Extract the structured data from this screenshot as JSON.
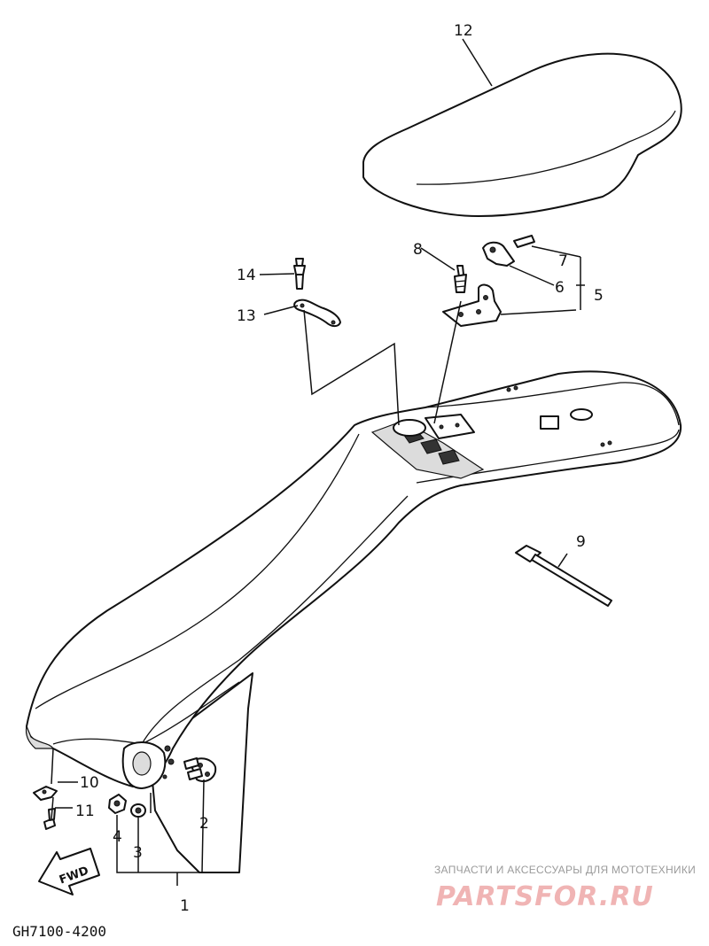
{
  "diagram": {
    "callouts": [
      {
        "id": "1",
        "text": "1"
      },
      {
        "id": "2",
        "text": "2"
      },
      {
        "id": "3",
        "text": "3"
      },
      {
        "id": "4",
        "text": "4"
      },
      {
        "id": "5",
        "text": "5"
      },
      {
        "id": "6",
        "text": "6"
      },
      {
        "id": "7",
        "text": "7"
      },
      {
        "id": "8",
        "text": "8"
      },
      {
        "id": "9",
        "text": "9"
      },
      {
        "id": "10",
        "text": "10"
      },
      {
        "id": "11",
        "text": "11"
      },
      {
        "id": "12",
        "text": "12"
      },
      {
        "id": "13",
        "text": "13"
      },
      {
        "id": "14",
        "text": "14"
      }
    ],
    "fwd_arrow_label": "FWD",
    "diagram_code": "GH7100-4200"
  },
  "watermark": {
    "tagline": "ЗАПЧАСТИ И АКСЕССУАРЫ ДЛЯ МОТОТЕХНИКИ",
    "brand": "PARTSFOR.RU",
    "brand_color": "#f0b4b4"
  }
}
